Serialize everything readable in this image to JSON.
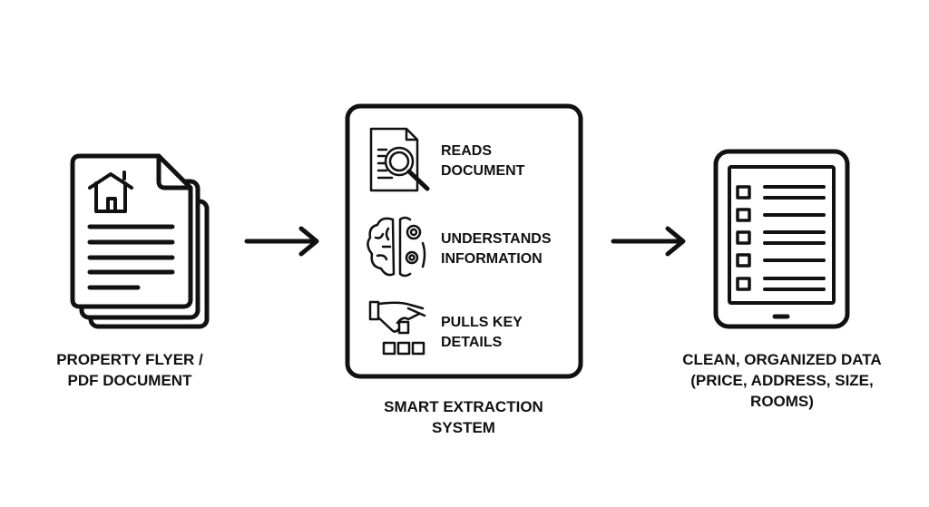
{
  "source": {
    "caption_lines": [
      "PROPERTY FLYER /",
      "PDF DOCUMENT"
    ],
    "icon": "stacked-documents-with-house-icon"
  },
  "process": {
    "caption_lines": [
      "SMART EXTRACTION",
      "SYSTEM"
    ],
    "steps": [
      {
        "icon": "document-magnifier-icon",
        "lines": [
          "READS",
          "DOCUMENT"
        ]
      },
      {
        "icon": "brain-gears-icon",
        "lines": [
          "UNDERSTANDS",
          "INFORMATION"
        ]
      },
      {
        "icon": "hand-picking-icon",
        "lines": [
          "PULLS KEY",
          "DETAILS"
        ]
      }
    ]
  },
  "output": {
    "caption_lines": [
      "CLEAN, ORGANIZED DATA",
      "(PRICE, ADDRESS, SIZE,",
      "ROOMS)"
    ],
    "icon": "tablet-checklist-icon"
  },
  "colors": {
    "stroke": "#111111",
    "background": "#ffffff"
  }
}
